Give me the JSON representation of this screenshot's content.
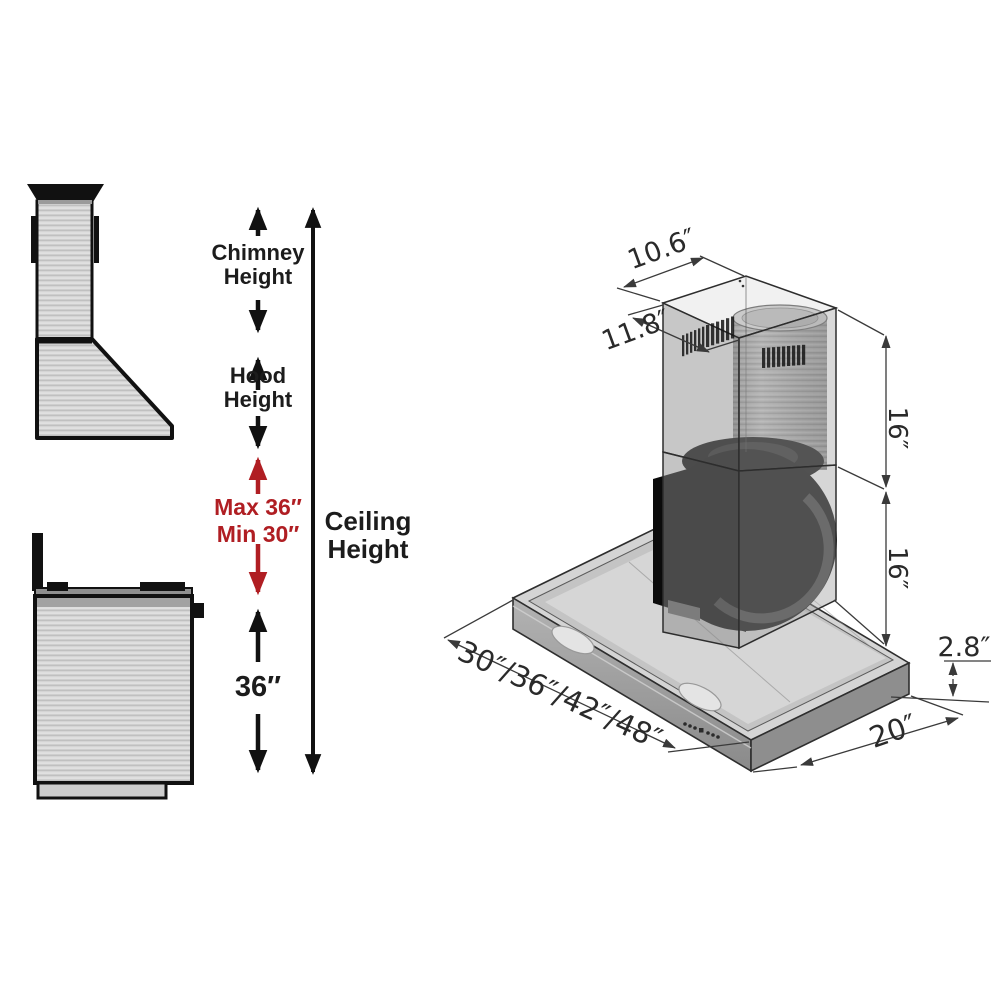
{
  "title": "Wall and island range hood mounting height and dimensions diagram",
  "colors": {
    "ink": "#111111",
    "dim_line": "#3a3a3a",
    "accent_red": "#b01e23",
    "steel_light": "#d6d6d6",
    "steel_shadow": "#bfbfbf"
  },
  "left_diagram": {
    "chimney_height_label": "Chimney\nHeight",
    "hood_height_label": "Hood\nHeight",
    "mount_max_label": "Max 36″",
    "mount_min_label": "Min 30″",
    "ceiling_height_label": "Ceiling\nHeight",
    "hood_to_range_distance": "36″"
  },
  "right_diagram": {
    "chimney_top_depth": "10.6″",
    "chimney_top_width": "11.8″",
    "upper_chimney_height": "16″",
    "lower_chimney_height": "16″",
    "hood_body_height": "2.8″",
    "hood_depth": "20″",
    "hood_width_options": "30″/36″/42″/48″"
  }
}
